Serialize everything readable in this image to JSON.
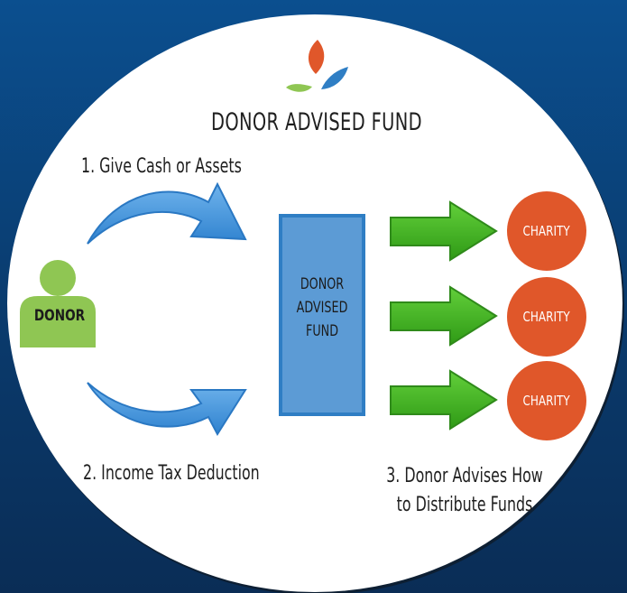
{
  "title": "DONOR ADVISED FUND",
  "steps": {
    "give": "1. Give Cash or Assets",
    "deduction": "2. Income Tax Deduction",
    "advise_line1": "3. Donor Advises How",
    "advise_line2": "to Distribute Funds"
  },
  "donor": {
    "label": "DONOR"
  },
  "fund": {
    "line1": "DONOR",
    "line2": "ADVISED",
    "line3": "FUND"
  },
  "charities": [
    "CHARITY",
    "CHARITY",
    "CHARITY"
  ],
  "colors": {
    "background": "#0a3a6c",
    "donor": "#8fc653",
    "fund": "#5c9bd5",
    "curved_arrow": "#3e8fd6",
    "green_arrow": "#3aaa1f",
    "charity": "#e0572a"
  },
  "icons": [
    "leaf-logo-icon",
    "donor-person-icon"
  ]
}
